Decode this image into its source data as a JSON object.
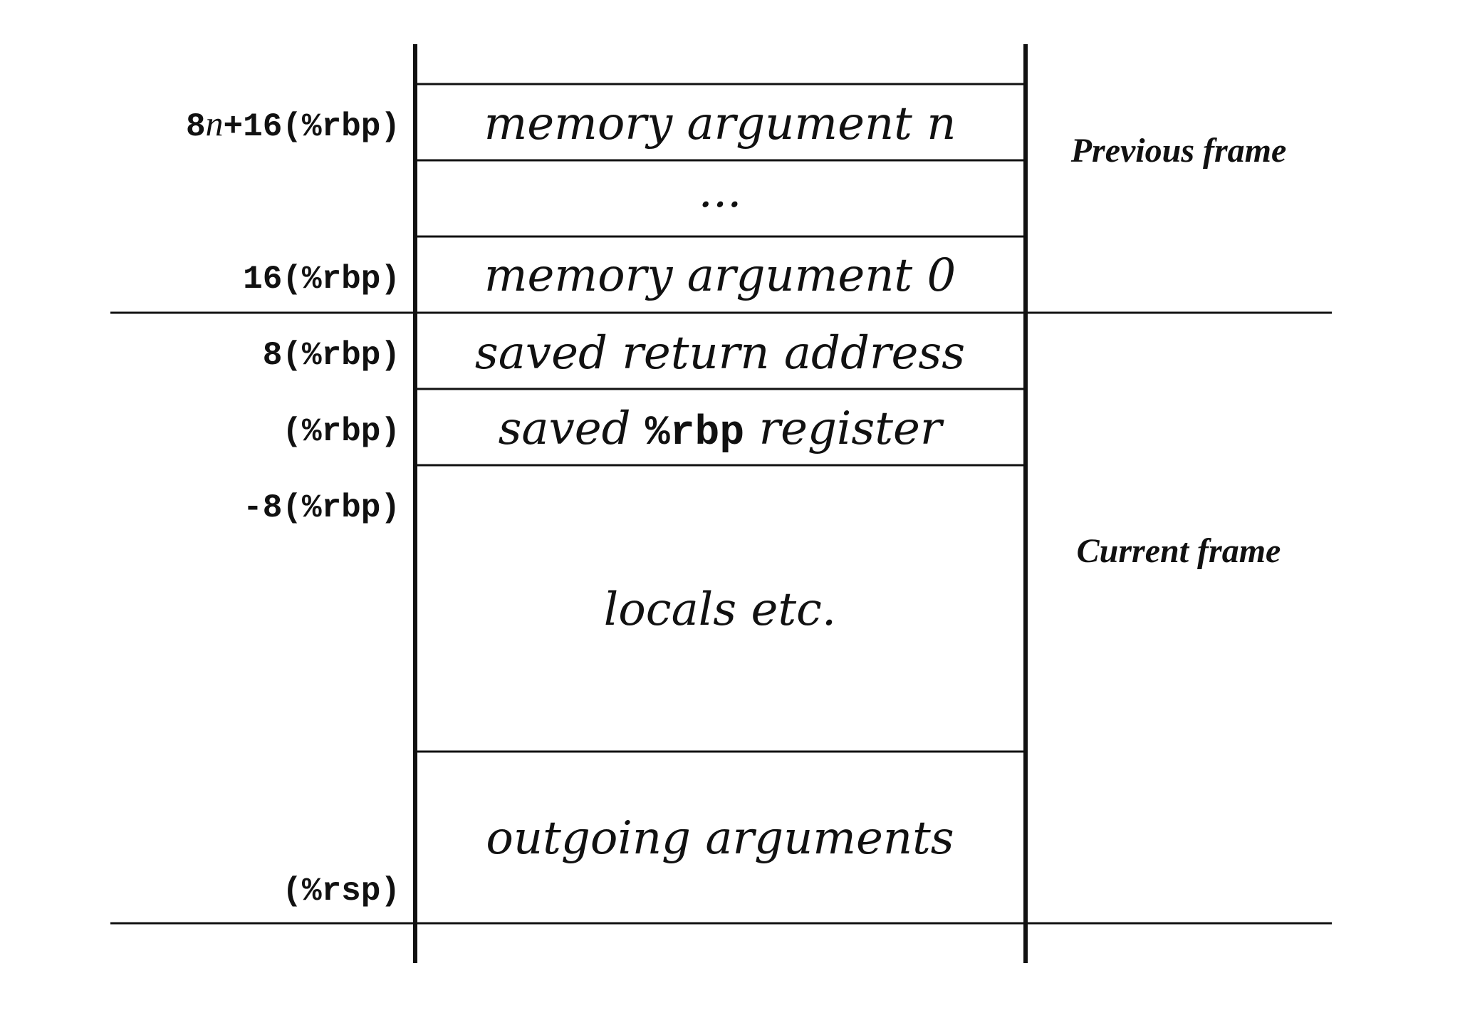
{
  "stack": {
    "cells": [
      {
        "id": "memory-argument-n",
        "label": "memory argument n"
      },
      {
        "id": "ellipsis",
        "label": "..."
      },
      {
        "id": "memory-argument-0",
        "label": "memory argument 0"
      },
      {
        "id": "saved-return-address",
        "label": "saved return address"
      },
      {
        "id": "saved-rbp-register",
        "label_before": "saved ",
        "label_code": "%rbp",
        "label_after": " register"
      },
      {
        "id": "locals",
        "label": "locals etc."
      },
      {
        "id": "outgoing-arguments",
        "label": "outgoing arguments"
      }
    ]
  },
  "addresses": [
    {
      "id": "addr-8n16",
      "prefix": "8",
      "italic": "n",
      "suffix": "+16(%rbp)"
    },
    {
      "id": "addr-16",
      "text": "16(%rbp)"
    },
    {
      "id": "addr-8",
      "text": "8(%rbp)"
    },
    {
      "id": "addr-0",
      "text": "(%rbp)"
    },
    {
      "id": "addr-neg8",
      "text": "-8(%rbp)"
    },
    {
      "id": "addr-rsp",
      "text": "(%rsp)"
    }
  ],
  "frames": {
    "previous": "Previous frame",
    "current": "Current frame"
  },
  "colors": {
    "line": "#111111",
    "text": "#111111",
    "background": "#ffffff"
  }
}
